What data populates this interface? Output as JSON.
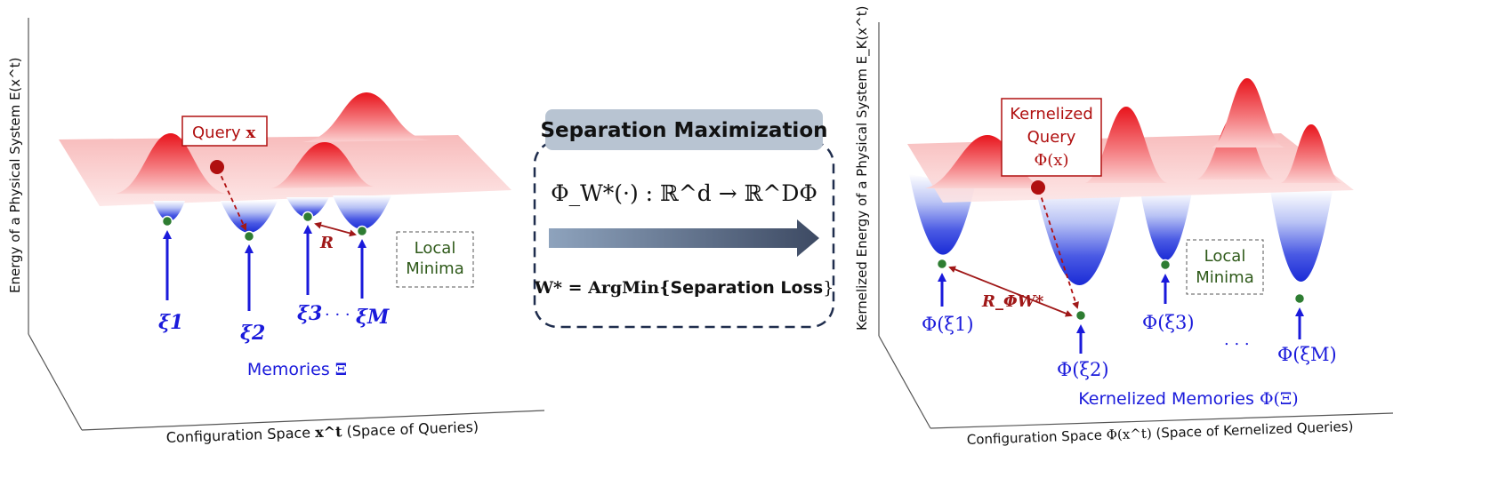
{
  "left_panel": {
    "y_axis_label": "Energy of a Physical System E(x^t)",
    "x_axis_label_pre": "Configuration Space ",
    "x_axis_label_math": "x^t",
    "x_axis_label_post": " (Space of Queries)",
    "query_label_pre": "Query ",
    "query_label_math": "x",
    "distance_label": "R",
    "local_minima_line1": "Local",
    "local_minima_line2": "Minima",
    "memory_labels": [
      "ξ1",
      "ξ2",
      "ξ3",
      "ξM"
    ],
    "ellipsis": "· · ·",
    "memories_label_pre": "Memories ",
    "memories_label_math": "Ξ"
  },
  "center_panel": {
    "title": "Separation Maximization",
    "mapping_formula": "Φ_W*(·) : ℝ^d → ℝ^DΦ",
    "objective_pre": "W* = ArgMin{",
    "objective_bold": "Separation Loss",
    "objective_post": "}"
  },
  "right_panel": {
    "y_axis_label": "Kernelized Energy of a Physical System E_K(x^t)",
    "x_axis_label_pre": "Configuration Space ",
    "x_axis_label_math": "Φ(x^t)",
    "x_axis_label_post": " (Space of Kernelized Queries)",
    "query_line1": "Kernelized",
    "query_line2": "Query",
    "query_line3": "Φ(x)",
    "distance_label": "R_ΦW*",
    "local_minima_line1": "Local",
    "local_minima_line2": "Minima",
    "memory_labels": [
      "Φ(ξ1)",
      "Φ(ξ2)",
      "Φ(ξ3)",
      "Φ(ξM)"
    ],
    "ellipsis": ". . .",
    "memories_label_pre": "Kernelized Memories ",
    "memories_label_math": "Φ(Ξ)"
  },
  "colors": {
    "energy_high": "#e8141c",
    "energy_low": "#1a2bd6",
    "arrow_blue": "#1a1adb",
    "query_red": "#b01010",
    "minimum_green": "#2e7d32",
    "title_box": "#b8c4d2",
    "dashed_border": "#1f2d4d",
    "local_minima_text": "#2f5a1a"
  }
}
